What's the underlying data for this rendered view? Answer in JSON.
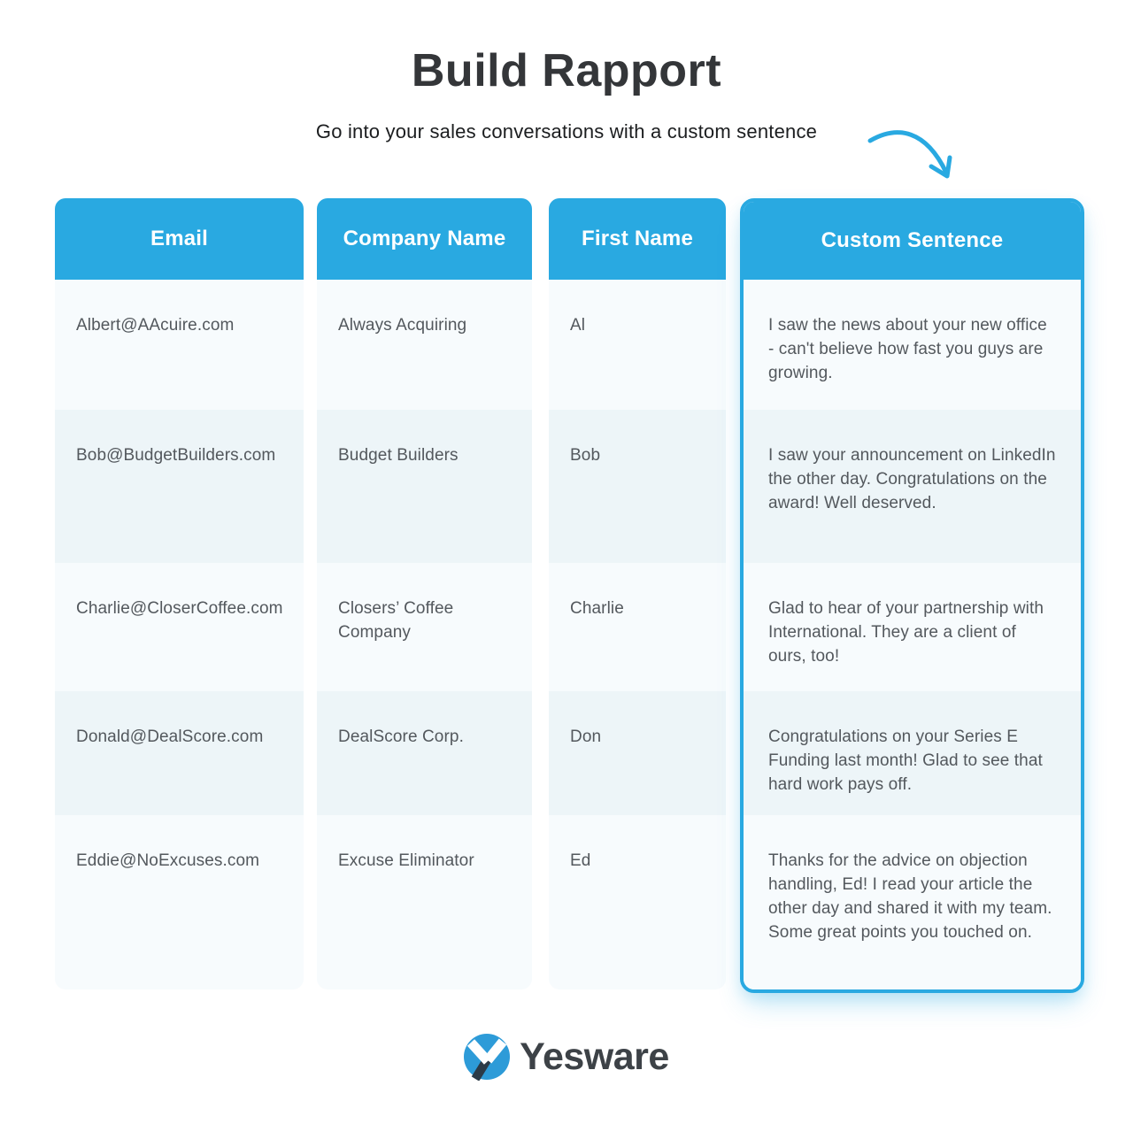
{
  "page": {
    "title": "Build Rapport",
    "subtitle": "Go into your sales conversations with a custom sentence"
  },
  "colors": {
    "accent_blue": "#29A9E1",
    "row_light": "#F7FBFD",
    "row_dark": "#EDF5F8",
    "header_text": "#FFFFFF",
    "body_text": "#53585D",
    "logo_circle_blue": "#2D9BD8",
    "logo_dark": "#2B3A47"
  },
  "icons": {
    "arrow": "curved-arrow-down-right",
    "logo": "yesware-y-circle-mark"
  },
  "chart_data": {
    "type": "table",
    "title": "Build Rapport",
    "columns": [
      "Email",
      "Company Name",
      "First Name",
      "Custom Sentence"
    ],
    "highlight_column": "Custom Sentence",
    "rows": [
      {
        "email": "Albert@AAcuire.com",
        "company_name": "Always Acquiring",
        "first_name": "Al",
        "custom_sentence": "I saw the news about your new office - can't believe how fast you guys are growing."
      },
      {
        "email": "Bob@BudgetBuilders.com",
        "company_name": "Budget Builders",
        "first_name": "Bob",
        "custom_sentence": "I saw your announcement on LinkedIn the other day. Congratulations on the award! Well deserved."
      },
      {
        "email": "Charlie@CloserCoffee.com",
        "company_name": "Closers’ Coffee Company",
        "first_name": "Charlie",
        "custom_sentence": "Glad to hear of your partnership with International. They are a client of ours, too!"
      },
      {
        "email": "Donald@DealScore.com",
        "company_name": "DealScore Corp.",
        "first_name": "Don",
        "custom_sentence": "Congratulations on your Series E Funding last month! Glad to see that hard work pays off."
      },
      {
        "email": "Eddie@NoExcuses.com",
        "company_name": "Excuse Eliminator",
        "first_name": "Ed",
        "custom_sentence": "Thanks for the advice on objection handling, Ed! I read your article the other day and shared it with my team. Some great points you touched on."
      }
    ]
  },
  "footer": {
    "brand": "Yesware"
  }
}
